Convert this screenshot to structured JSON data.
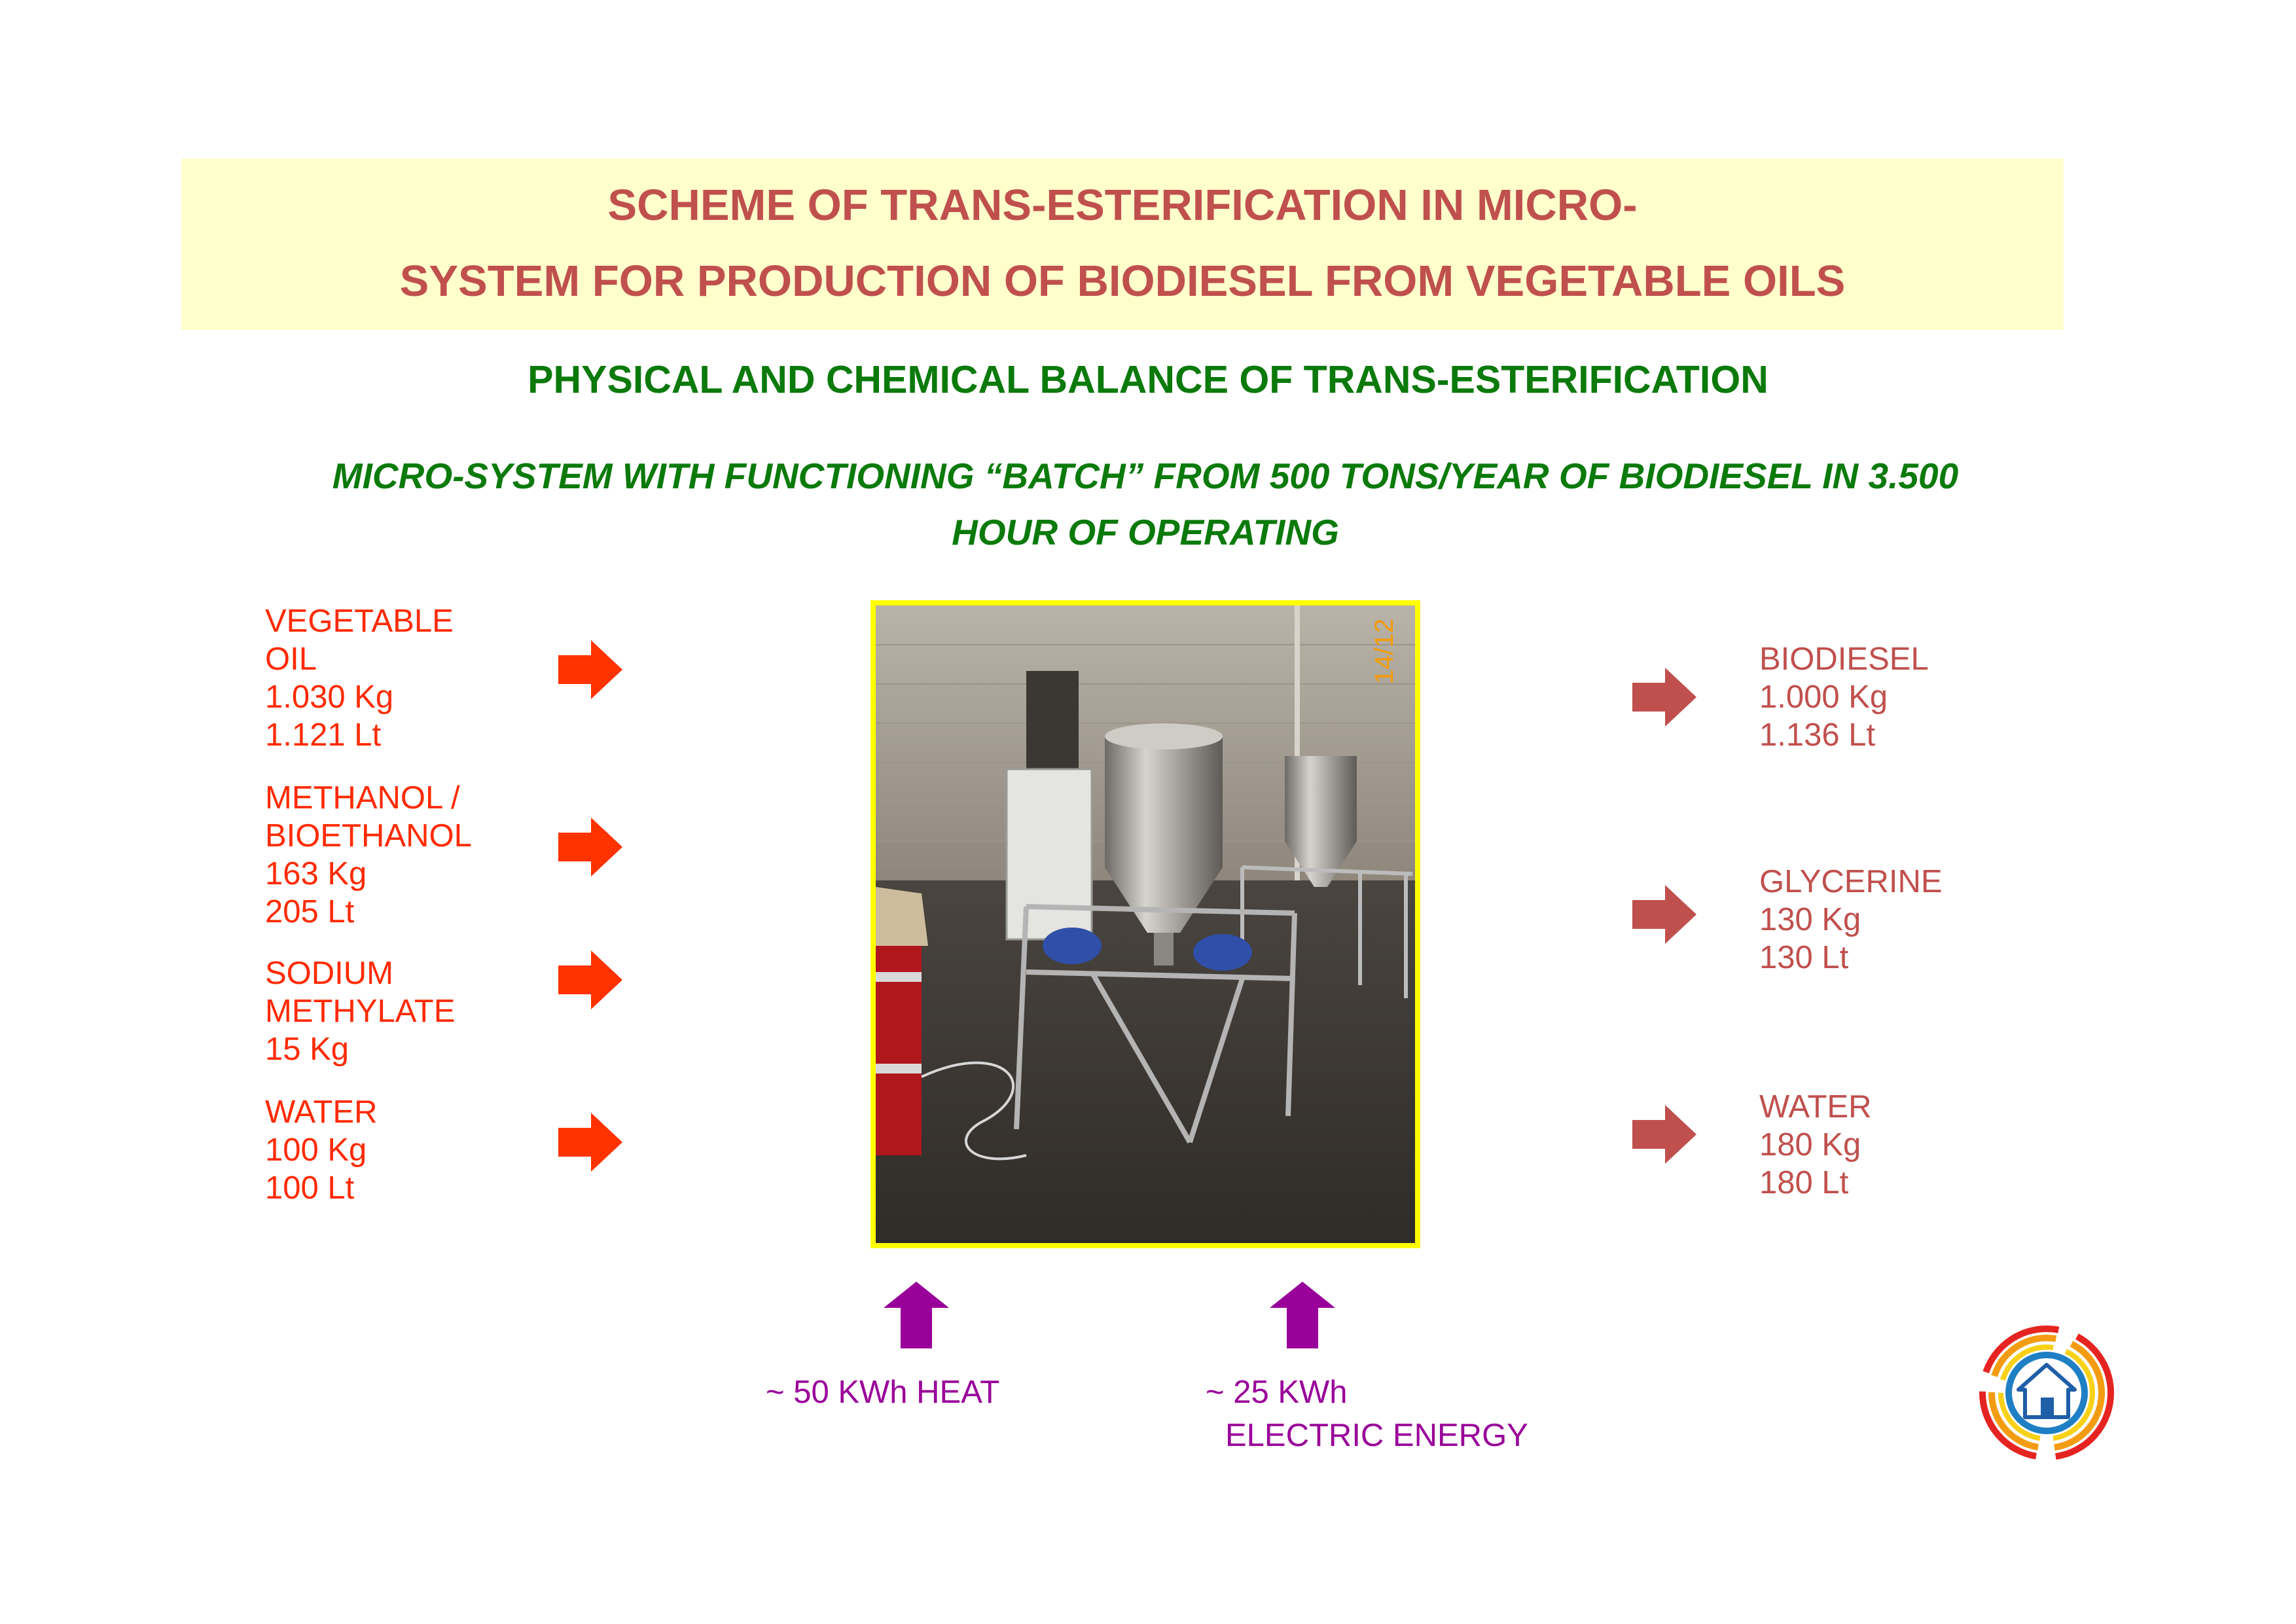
{
  "title": {
    "line1": "SCHEME OF TRANS-ESTERIFICATION IN MICRO-",
    "line2": "SYSTEM FOR PRODUCTION OF BIODIESEL FROM VEGETABLE OILS"
  },
  "subtitle": "PHYSICAL AND CHEMICAL BALANCE OF TRANS-ESTERIFICATION",
  "caption": {
    "line1": "MICRO-SYSTEM WITH FUNCTIONING “BATCH” FROM 500 TONS/YEAR OF BIODIESEL IN 3.500",
    "line2": "HOUR OF OPERATING"
  },
  "inputs": [
    {
      "lines": [
        "VEGETABLE",
        "OIL",
        "1.030 Kg",
        "1.121 Lt"
      ]
    },
    {
      "lines": [
        "METHANOL /",
        "BIOETHANOL",
        "163 Kg",
        "205 Lt"
      ]
    },
    {
      "lines": [
        "SODIUM",
        "METHYLATE",
        "15 Kg"
      ]
    },
    {
      "lines": [
        "WATER",
        "100 Kg",
        "100 Lt"
      ]
    }
  ],
  "outputs": [
    {
      "lines": [
        "BIODIESEL",
        "1.000 Kg",
        "1.136 Lt"
      ]
    },
    {
      "lines": [
        "GLYCERINE",
        "130 Kg",
        "130 Lt"
      ]
    },
    {
      "lines": [
        "WATER",
        "180 Kg",
        "180 Lt"
      ]
    }
  ],
  "energy": {
    "heat": "~ 50 KWh HEAT",
    "electric_line1": "~ 25 KWh",
    "electric_line2": "ELECTRIC ENERGY"
  },
  "colors": {
    "input_arrow": "#ff3300",
    "output_arrow": "#c0504d",
    "energy_arrow": "#990099",
    "photo_border": "#ffff00",
    "title_bg": "#ffffcc",
    "title_text": "#c0504d",
    "subtitle_text": "#0b7a0b"
  },
  "icons": {
    "input_arrow": "right-arrow-icon",
    "output_arrow": "right-arrow-icon",
    "energy_arrow": "up-arrow-icon",
    "logo": "house-logo-icon"
  }
}
